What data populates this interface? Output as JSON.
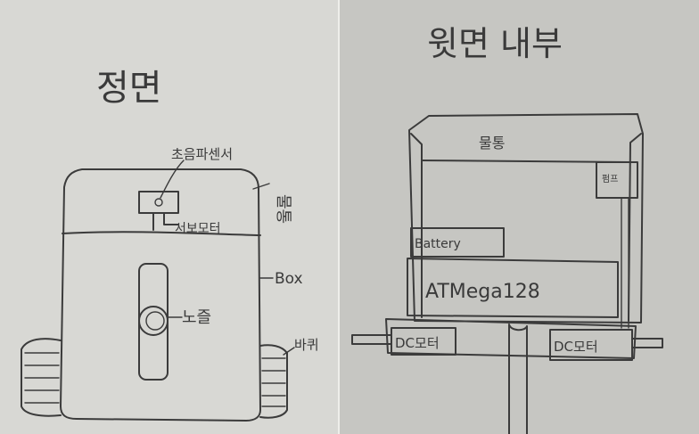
{
  "left": {
    "title": "정면",
    "labels": {
      "sensor": "초음파센서",
      "water_tank": "물통",
      "servo": "서보모터",
      "box": "Box",
      "nozzle": "노즐",
      "wheel": "바퀴"
    }
  },
  "right": {
    "title": "윗면 내부",
    "labels": {
      "water_tank": "물통",
      "pump": "펌프",
      "battery": "Battery",
      "mcu": "ATMega128",
      "motor_left": "DC모터",
      "motor_right": "DC모터"
    }
  },
  "colors": {
    "ink": "#3b3b3b",
    "paper_left": "#d8d8d4",
    "paper_right": "#c6c6c2"
  }
}
